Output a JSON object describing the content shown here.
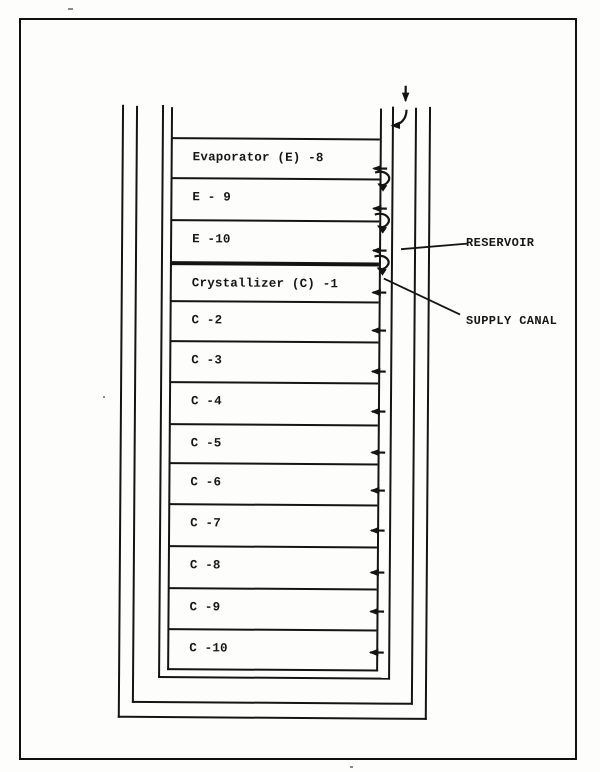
{
  "diagram": {
    "cells": [
      "Evaporator (E) -8",
      "E - 9",
      "E -10",
      "Crystallizer (C) -1",
      "C -2",
      "C -3",
      "C -4",
      "C -5",
      "C -6",
      "C -7",
      "C -8",
      "C -9",
      "C -10"
    ],
    "annotations": {
      "reservoir": "RESERVOIR",
      "supply_canal": "SUPPLY CANAL"
    },
    "colors": {
      "line": "#141414",
      "background": "#fdfdfb"
    }
  }
}
